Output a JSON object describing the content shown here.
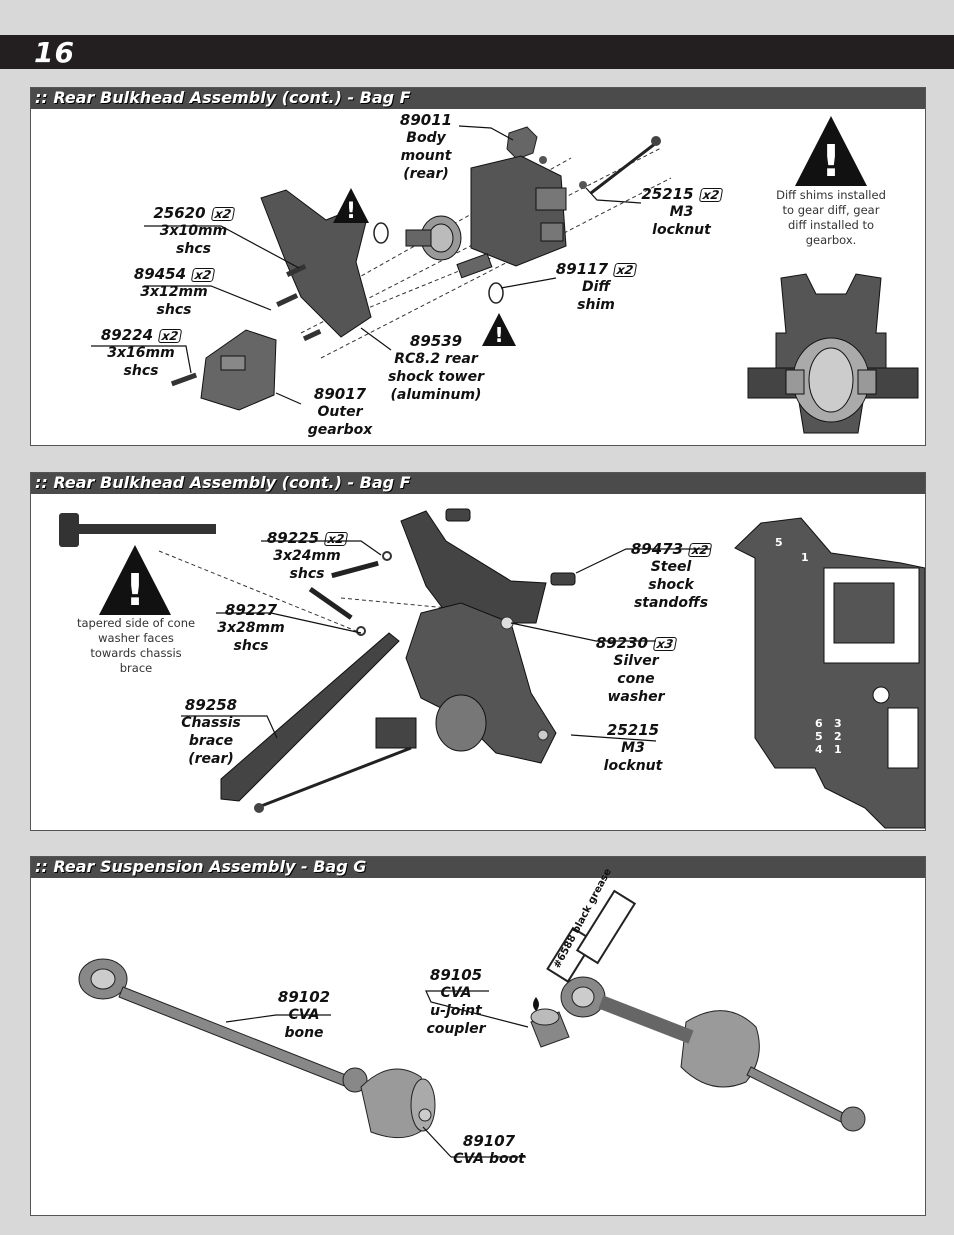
{
  "page": {
    "number": "16"
  },
  "panels": [
    {
      "title": ":: Rear Bulkhead Assembly (cont.) - Bag F",
      "note": "Diff shims installed to gear diff, gear diff installed to gearbox.",
      "callouts": [
        {
          "part": "89011",
          "lines": [
            "Body",
            "mount",
            "(rear)"
          ],
          "qty": ""
        },
        {
          "part": "25620",
          "lines": [
            "3x10mm",
            "shcs"
          ],
          "qty": "x2"
        },
        {
          "part": "89454",
          "lines": [
            "3x12mm",
            "shcs"
          ],
          "qty": "x2"
        },
        {
          "part": "89224",
          "lines": [
            "3x16mm",
            "shcs"
          ],
          "qty": "x2"
        },
        {
          "part": "25215",
          "lines": [
            "M3",
            "locknut"
          ],
          "qty": "x2"
        },
        {
          "part": "89117",
          "lines": [
            "Diff",
            "shim"
          ],
          "qty": "x2"
        },
        {
          "part": "89539",
          "lines": [
            "RC8.2 rear",
            "shock tower",
            "(aluminum)"
          ],
          "qty": ""
        },
        {
          "part": "89017",
          "lines": [
            "Outer",
            "gearbox"
          ],
          "qty": ""
        }
      ]
    },
    {
      "title": ":: Rear Bulkhead Assembly (cont.) - Bag F",
      "note": "tapered side of cone washer faces towards chassis brace",
      "markers": [
        "5",
        "1",
        "6",
        "3",
        "5",
        "2",
        "4",
        "1"
      ],
      "callouts": [
        {
          "part": "89225",
          "lines": [
            "3x24mm",
            "shcs"
          ],
          "qty": "x2"
        },
        {
          "part": "89227",
          "lines": [
            "3x28mm",
            "shcs"
          ],
          "qty": ""
        },
        {
          "part": "89258",
          "lines": [
            "Chassis",
            "brace",
            "(rear)"
          ],
          "qty": ""
        },
        {
          "part": "89473",
          "lines": [
            "Steel",
            "shock",
            "standoffs"
          ],
          "qty": "x2"
        },
        {
          "part": "89230",
          "lines": [
            "Silver",
            "cone",
            "washer"
          ],
          "qty": "x3"
        },
        {
          "part": "25215",
          "lines": [
            "M3",
            "locknut"
          ],
          "qty": ""
        }
      ]
    },
    {
      "title": ":: Rear Suspension Assembly - Bag G",
      "grease_label": "#6588 black grease",
      "callouts": [
        {
          "part": "89102",
          "lines": [
            "CVA",
            "bone"
          ],
          "qty": ""
        },
        {
          "part": "89105",
          "lines": [
            "CVA",
            "u-joint",
            "coupler"
          ],
          "qty": ""
        },
        {
          "part": "89107",
          "lines": [
            "CVA boot"
          ],
          "qty": ""
        }
      ]
    }
  ]
}
